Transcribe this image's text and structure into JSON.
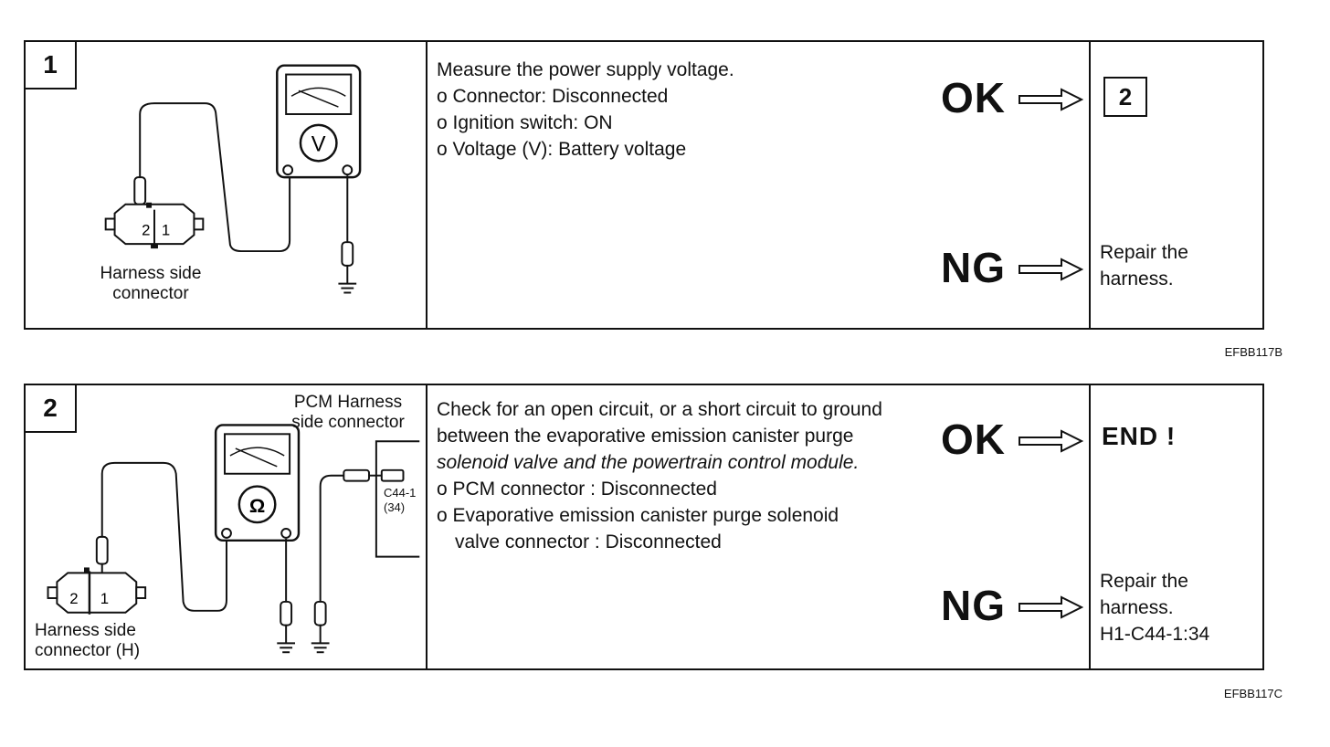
{
  "steps": [
    {
      "number": "1",
      "labels": {
        "connector": [
          "Harness side",
          "connector"
        ],
        "meter": "V",
        "pin_left": "2",
        "pin_right": "1"
      },
      "description": [
        "Measure the power supply voltage.",
        "o Connector: Disconnected",
        "o Ignition switch: ON",
        "o Voltage (V): Battery voltage"
      ],
      "ok_label": "OK",
      "ng_label": "NG",
      "ok_result": "2",
      "ng_result": [
        "Repair the",
        "harness."
      ],
      "figure_code": "EFBB117B"
    },
    {
      "number": "2",
      "labels": {
        "pcm": [
          "PCM Harness",
          "side connector"
        ],
        "connector": [
          "Harness side",
          "connector (H)"
        ],
        "meter": "Ω",
        "pcm_pin": [
          "C44-1",
          "(34)"
        ],
        "pin_left": "2",
        "pin_right": "1"
      },
      "description": [
        "Check for an open circuit, or a short circuit to ground",
        "between the evaporative emission canister purge",
        "solenoid valve and the powertrain control module.",
        "o PCM connector : Disconnected",
        "o Evaporative emission canister purge solenoid",
        "valve connector : Disconnected"
      ],
      "ok_label": "OK",
      "ng_label": "NG",
      "ok_result": "END !",
      "ng_result": [
        "Repair the",
        "harness.",
        "H1-C44-1:34"
      ],
      "figure_code": "EFBB117C"
    }
  ]
}
